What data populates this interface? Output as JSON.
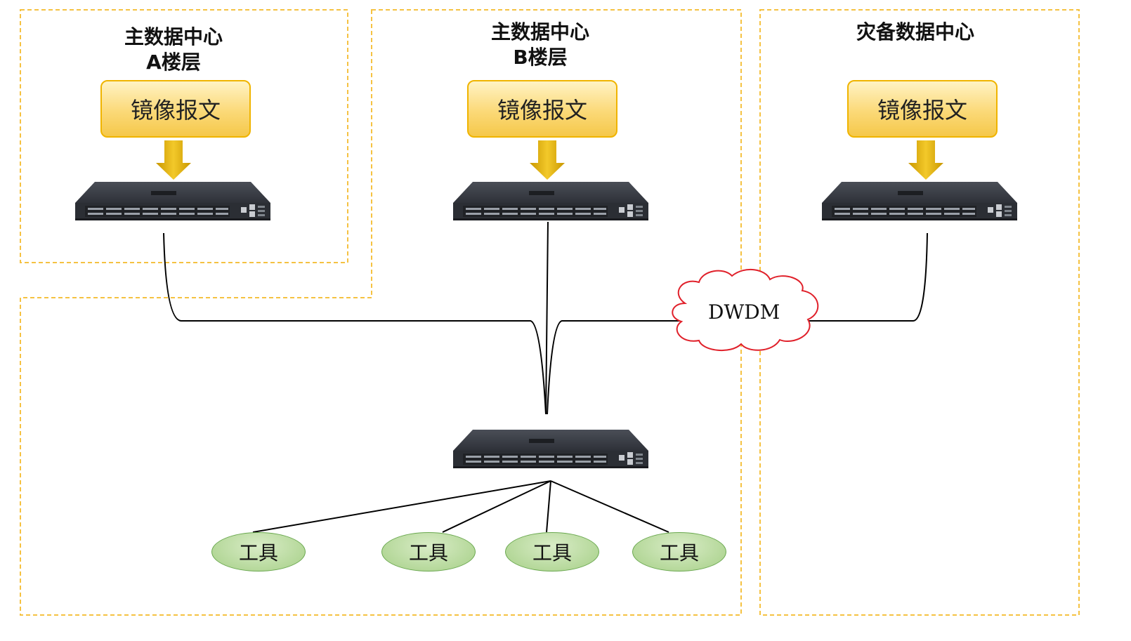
{
  "zones": {
    "primary_a": {
      "title_line1": "主数据中心",
      "title_line2": "A楼层"
    },
    "primary_b": {
      "title_line1": "主数据中心",
      "title_line2": "B楼层"
    },
    "disaster": {
      "title_line1": "灾备数据中心"
    }
  },
  "mirror_label": "镜像报文",
  "cloud_label": "DWDM",
  "tool_label": "工具",
  "colors": {
    "zone_border": "#f5c242",
    "mirror_box_fill": "#fbd978",
    "mirror_box_border": "#f0b400",
    "arrow": "#e5b000",
    "cloud_border": "#e0202a",
    "tool_fill": "#b5d89a",
    "tool_border": "#6aa84f",
    "link": "#000000",
    "switch_body": "#3b3e45"
  },
  "icons": [
    "switch-icon",
    "down-arrow-icon",
    "cloud-icon"
  ]
}
